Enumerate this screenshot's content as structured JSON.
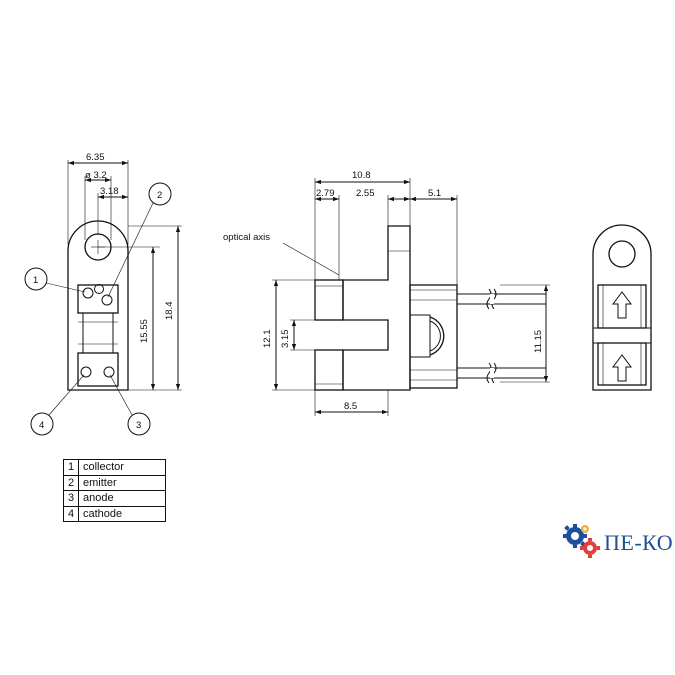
{
  "left_view": {
    "dims": {
      "width": "6.35",
      "hole_dia": "ø 3.2",
      "hole_pos": "3.18",
      "height_inner": "15.55",
      "height_total": "18.4"
    },
    "callouts": [
      "1",
      "2",
      "3",
      "4"
    ]
  },
  "side_view": {
    "dims": {
      "overall": "10.8",
      "a": "2.79",
      "b": "2.55",
      "c": "5.1",
      "height": "12.1",
      "gap": "3.15",
      "lead_span": "11.15",
      "base": "8.5"
    },
    "optical_axis_label": "optical axis"
  },
  "pin_legend": [
    {
      "num": "1",
      "name": "collector"
    },
    {
      "num": "2",
      "name": "emitter"
    },
    {
      "num": "3",
      "name": "anode"
    },
    {
      "num": "4",
      "name": "cathode"
    }
  ],
  "logo": {
    "text": "ПЕ-КО",
    "color": "#1e4f9a"
  }
}
